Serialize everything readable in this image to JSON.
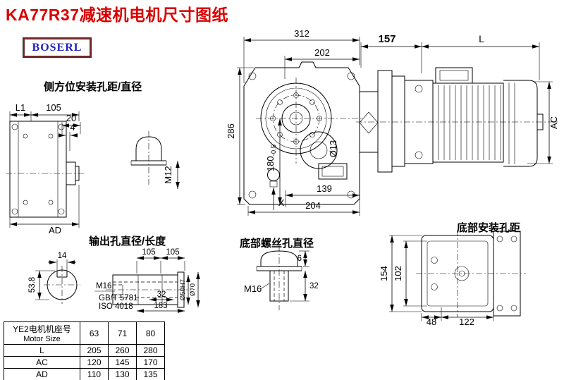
{
  "title": "KA77R37减速机电机尺寸图纸",
  "logo": "BOSERL",
  "annotations": {
    "side_mount": "侧方位安装孔距/直径",
    "output": "输出孔直径/长度",
    "bottom_screw": "底部螺丝孔直径",
    "bottom_mount": "底部安装孔距"
  },
  "dims": {
    "main": {
      "w": "312",
      "inner": "202",
      "h": "286",
      "bore": "180",
      "bore_tol": "-0.5",
      "hole": "Ø13",
      "b1": "139",
      "b2": "204",
      "x": "X"
    },
    "motor": {
      "front": "157",
      "len": "L",
      "ac": "AC"
    },
    "left": {
      "l1": "L1",
      "w": "105",
      "t": "4",
      "ad": "AD"
    },
    "side_hole": {
      "depth": "20",
      "thread": "M12"
    },
    "output": {
      "key": "14",
      "depth": "53.8",
      "l1": "105",
      "l2": "105",
      "thread": "M16",
      "std1": "GB/T 5781",
      "std2": "ISO 4018",
      "inner": "32",
      "len": "183",
      "bore": "Ø50H7",
      "od": "Ø70"
    },
    "bottom_screw": {
      "thread": "M16",
      "head": "6",
      "len": "32"
    },
    "bottom": {
      "h": "154",
      "inner": "102",
      "w1": "48",
      "w2": "122"
    }
  },
  "table": {
    "header": {
      "cn": "YE2电机机座号",
      "en": "Motor Size",
      "sizes": [
        "63",
        "71",
        "80"
      ]
    },
    "rows": [
      {
        "label": "L",
        "values": [
          "205",
          "260",
          "280"
        ]
      },
      {
        "label": "AC",
        "values": [
          "120",
          "145",
          "170"
        ]
      },
      {
        "label": "AD",
        "values": [
          "110",
          "130",
          "135"
        ]
      }
    ]
  }
}
